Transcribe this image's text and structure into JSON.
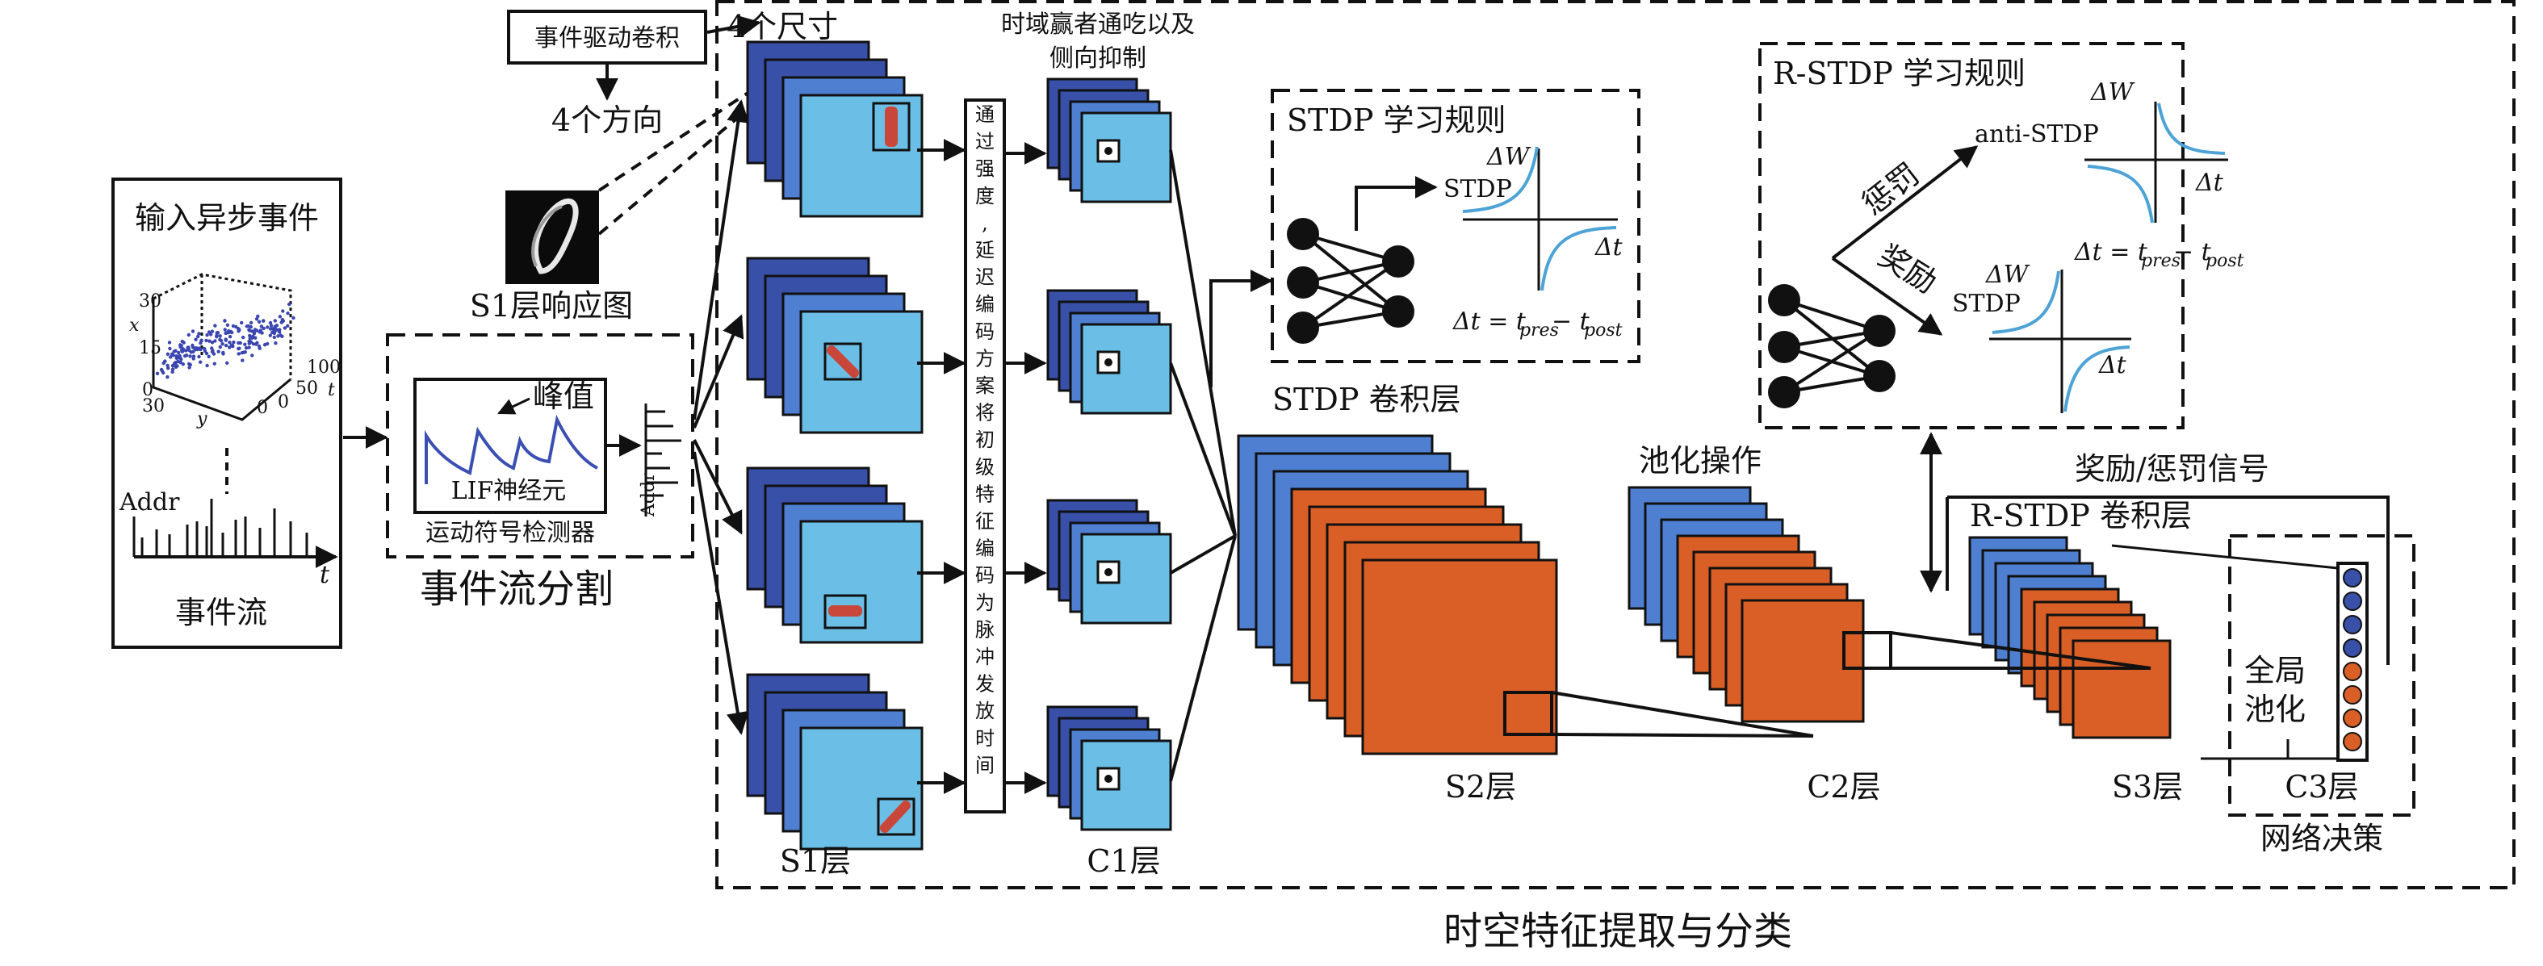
{
  "colors": {
    "dark_blue": "#3850a8",
    "mid_blue": "#4f7fd0",
    "light_blue": "#6bbfe6",
    "orange": "#d95f26",
    "orange_bar": "#c9473a",
    "stdp_curve": "#4da3d6",
    "scatter": "#3b46b0"
  },
  "input": {
    "title": "输入异步事件",
    "plot": {
      "x_axis": "x",
      "y_axis": "y",
      "z_axis": "t",
      "ticks_x": [
        "0",
        "15",
        "30"
      ],
      "ticks_y": [
        "0",
        "30"
      ],
      "ticks_t": [
        "0",
        "50",
        "100"
      ]
    },
    "addr_label": "Addr",
    "t_label": "t",
    "caption": "事件流"
  },
  "segmentation": {
    "peak_label": "峰值",
    "neuron_label": "LIF神经元",
    "detector_label": "运动符号检测器",
    "addr_label": "Addr",
    "caption": "事件流分割"
  },
  "conv": {
    "box_label": "事件驱动卷积",
    "directions_label": "4个方向",
    "response_caption": "S1层响应图",
    "scales_label": "4个尺寸"
  },
  "layers": {
    "s1": "S1层",
    "c1": "C1层",
    "s2": "S2层",
    "c2": "C2层",
    "s3": "S3层",
    "c3": "C3层",
    "wta_label_1": "时域赢者通吃以及",
    "wta_label_2": "侧向抑制",
    "encoding_text": "通过强度,延迟编码方案将初级特征编码为脉冲发放时间",
    "stdp_conv": "STDP 卷积层",
    "pooling": "池化操作",
    "rstdp_conv": "R-STDP 卷积层",
    "global_pool_1": "全局",
    "global_pool_2": "池化",
    "decision": "网络决策",
    "reward_signal": "奖励/惩罚信号"
  },
  "stdp": {
    "title": "STDP 学习规则",
    "rule": "STDP",
    "dw": "ΔW",
    "dt": "Δt",
    "formula": "Δt = t",
    "formula_pres": "pres",
    "formula_minus": " − t",
    "formula_post": "post"
  },
  "rstdp": {
    "title": "R-STDP 学习规则",
    "punish": "惩罚",
    "reward": "奖励",
    "anti": "anti-STDP",
    "rule": "STDP",
    "dw": "ΔW",
    "dt": "Δt",
    "formula": "Δt = t",
    "formula_pres": "pres",
    "formula_minus": " − t",
    "formula_post": "post"
  },
  "footer": "时空特征提取与分类"
}
